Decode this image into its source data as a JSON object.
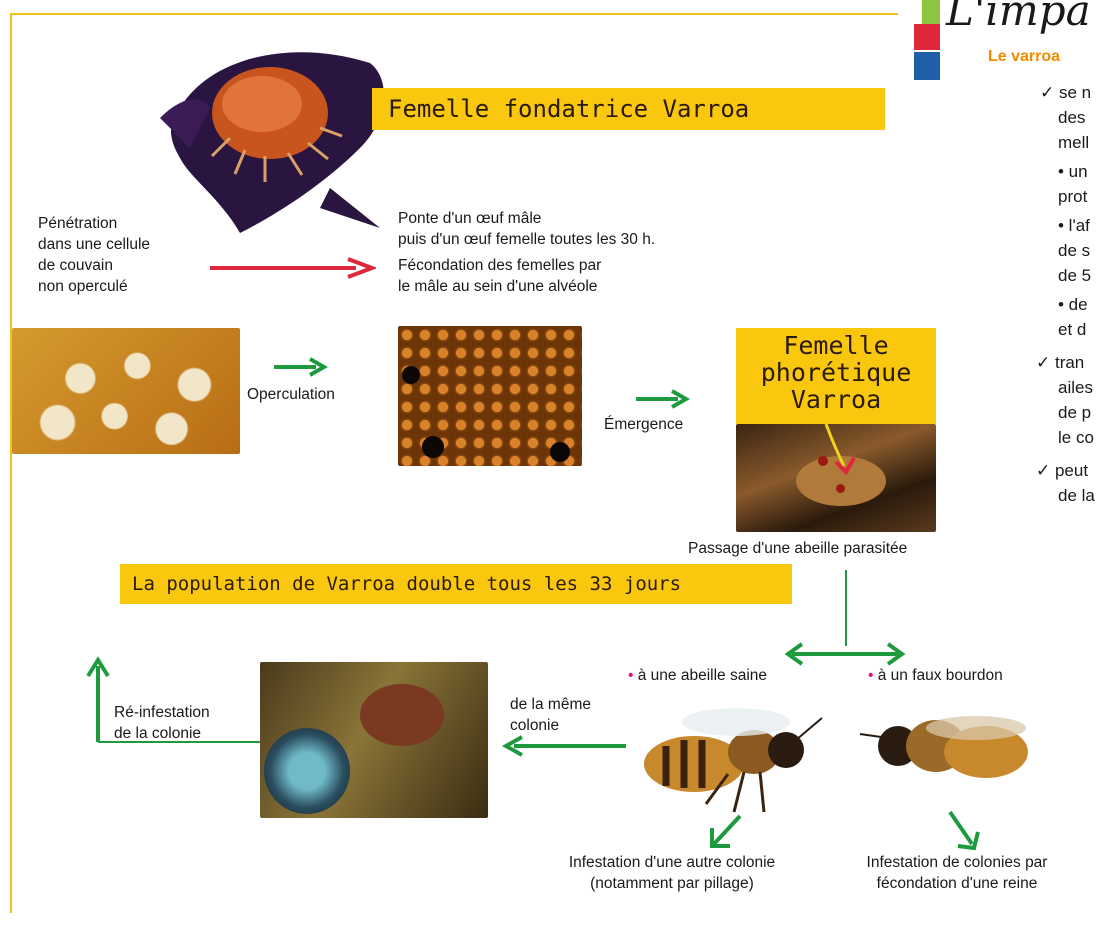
{
  "header": {
    "title_fragment": "L'impa",
    "subhead_fragment": "Le varroa"
  },
  "right_column": {
    "lines": [
      "✓ se n",
      "des",
      "mell",
      "• un",
      "prot",
      "• l'af",
      "de s",
      "de 5",
      "• de",
      "et d",
      "✓ tran",
      "ailes",
      "de p",
      "le co",
      "✓ peut",
      "de la"
    ]
  },
  "diagram": {
    "title_femelle_fondatrice": "Femelle fondatrice Varroa",
    "penetration": [
      "Pénétration",
      "dans une cellule",
      "de couvain",
      "non operculé"
    ],
    "ponte": [
      "Ponte d'un œuf mâle",
      "puis d'un œuf femelle toutes les 30 h.",
      "Fécondation des femelles par",
      "le mâle au  sein d'une alvéole"
    ],
    "operculation": "Operculation",
    "emergence": "Émergence",
    "phoretique": [
      "Femelle",
      "phorétique",
      "Varroa"
    ],
    "passage": "Passage d'une abeille parasitée",
    "population": "La population de Varroa double tous les 33 jours",
    "abeille_saine": "à une abeille saine",
    "faux_bourdon": "à un faux bourdon",
    "meme_colonie": [
      "de la même",
      "colonie"
    ],
    "reinfestation": [
      "Ré-infestation",
      "de la colonie"
    ],
    "autre_colonie": [
      "Infestation d'une autre colonie",
      "(notamment par pillage)"
    ],
    "colonies_reine": [
      "Infestation de colonies par",
      "fécondation d'une reine"
    ]
  },
  "colors": {
    "frame_yellow": "#f2c318",
    "tag_yellow": "#f9c80e",
    "arrow_green": "#1e9a3e",
    "arrow_red": "#e0263a",
    "subhead_orange": "#f08a00",
    "bullet_pink": "#e2137a"
  }
}
